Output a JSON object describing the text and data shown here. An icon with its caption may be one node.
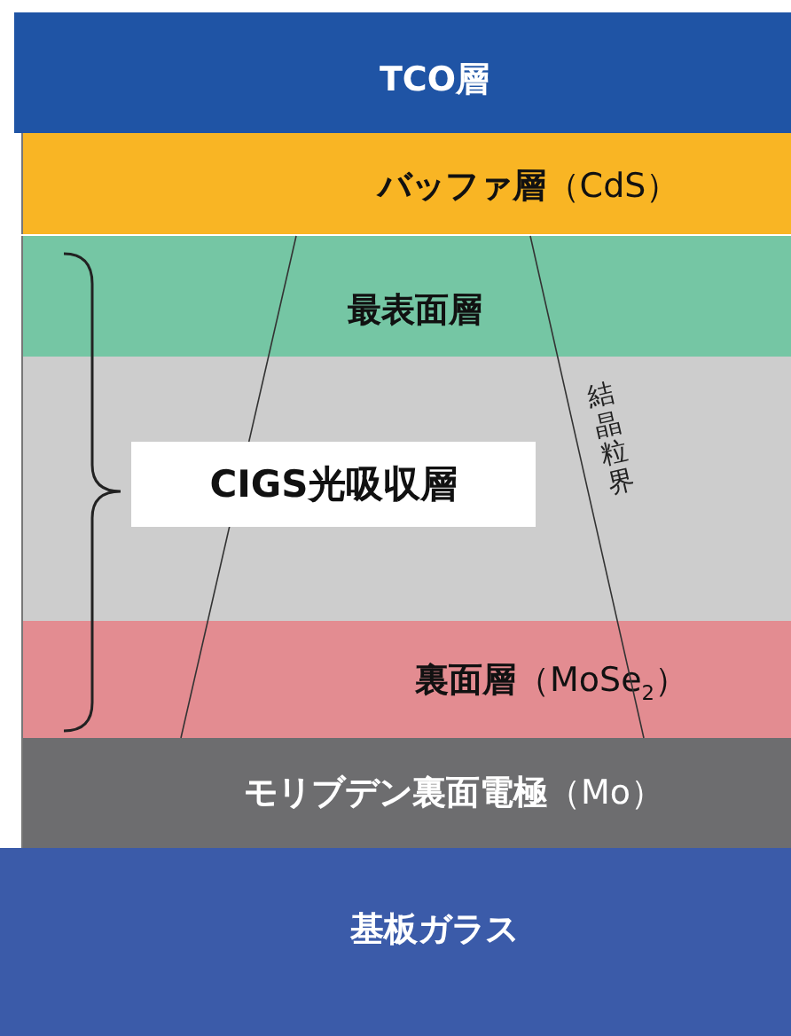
{
  "diagram": {
    "nodes": [
      {
        "text": [
          "TCO層"
        ]
      },
      {
        "text": [
          "**バッファ層**（CdS）"
        ]
      },
      {
        "text": [
          "最表面層"
        ]
      },
      {
        "text": [],
        "shape": "band"
      },
      {
        "text": [
          "CIGS光吸収層"
        ],
        "in": 3
      },
      {
        "text": [
          "**裏面層**（MoSe$_{2}$）"
        ]
      },
      {
        "text": [
          "**モリブデン裏面電極**（Mo）"
        ]
      },
      {
        "text": [
          "基板ガラス"
        ]
      }
    ],
    "labels": [
      "結晶粒界"
    ]
  }
}
